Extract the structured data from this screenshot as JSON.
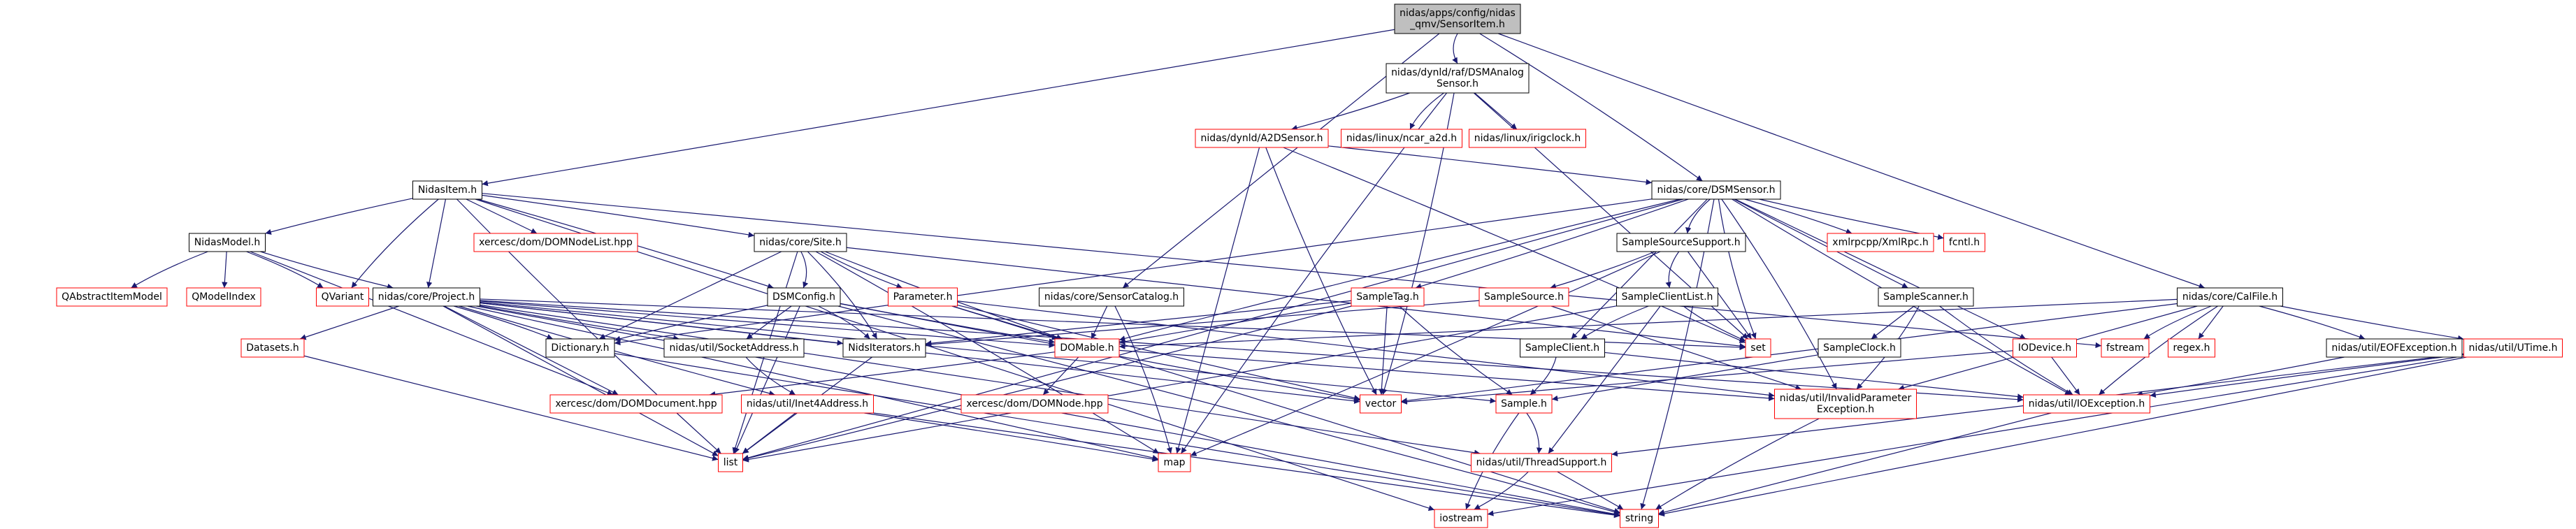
{
  "diagram": {
    "type": "include-dependency-graph",
    "colors": {
      "edge": "#191970",
      "root_fill": "#bfbfbf",
      "node_border": "#000000",
      "missing_border": "#ff0000",
      "text": "#000000",
      "background": "#ffffff"
    },
    "nodes": [
      {
        "id": "root",
        "lines": [
          "nidas/apps/config/nidas",
          "_qmv/SensorItem.h"
        ],
        "style": "root"
      },
      {
        "id": "dsm_analog",
        "lines": [
          "nidas/dynld/raf/DSMAnalog",
          "Sensor.h"
        ],
        "style": "normal"
      },
      {
        "id": "nidasitem",
        "lines": [
          "NidasItem.h"
        ],
        "style": "normal"
      },
      {
        "id": "a2dsensor",
        "lines": [
          "nidas/dynld/A2DSensor.h"
        ],
        "style": "missing"
      },
      {
        "id": "ncar_a2d",
        "lines": [
          "nidas/linux/ncar_a2d.h"
        ],
        "style": "missing"
      },
      {
        "id": "irigclock",
        "lines": [
          "nidas/linux/irigclock.h"
        ],
        "style": "missing"
      },
      {
        "id": "dsmsensor",
        "lines": [
          "nidas/core/DSMSensor.h"
        ],
        "style": "normal"
      },
      {
        "id": "calfile",
        "lines": [
          "nidas/core/CalFile.h"
        ],
        "style": "normal"
      },
      {
        "id": "nidasmodel",
        "lines": [
          "NidasModel.h"
        ],
        "style": "normal"
      },
      {
        "id": "xdomnodelist",
        "lines": [
          "xercesc/dom/DOMNodeList.hpp"
        ],
        "style": "missing"
      },
      {
        "id": "site",
        "lines": [
          "nidas/core/Site.h"
        ],
        "style": "normal"
      },
      {
        "id": "qabstract",
        "lines": [
          "QAbstractItemModel"
        ],
        "style": "missing"
      },
      {
        "id": "qmodelindex",
        "lines": [
          "QModelIndex"
        ],
        "style": "missing"
      },
      {
        "id": "qvariant",
        "lines": [
          "QVariant"
        ],
        "style": "missing"
      },
      {
        "id": "project",
        "lines": [
          "nidas/core/Project.h"
        ],
        "style": "normal"
      },
      {
        "id": "sensorcatalog",
        "lines": [
          "nidas/core/SensorCatalog.h"
        ],
        "style": "normal"
      },
      {
        "id": "dsmconfig",
        "lines": [
          "DSMConfig.h"
        ],
        "style": "normal"
      },
      {
        "id": "parameter",
        "lines": [
          "Parameter.h"
        ],
        "style": "missing"
      },
      {
        "id": "sampletag",
        "lines": [
          "SampleTag.h"
        ],
        "style": "missing"
      },
      {
        "id": "samplesource",
        "lines": [
          "SampleSource.h"
        ],
        "style": "missing"
      },
      {
        "id": "samplesourcesupport",
        "lines": [
          "SampleSourceSupport.h"
        ],
        "style": "normal"
      },
      {
        "id": "sampleclientlist",
        "lines": [
          "SampleClientList.h"
        ],
        "style": "normal"
      },
      {
        "id": "samplescanner",
        "lines": [
          "SampleScanner.h"
        ],
        "style": "normal"
      },
      {
        "id": "xmlrpc",
        "lines": [
          "xmlrpcpp/XmlRpc.h"
        ],
        "style": "missing"
      },
      {
        "id": "fcntl",
        "lines": [
          "fcntl.h"
        ],
        "style": "missing"
      },
      {
        "id": "datasets",
        "lines": [
          "Datasets.h"
        ],
        "style": "missing"
      },
      {
        "id": "dictionary",
        "lines": [
          "Dictionary.h"
        ],
        "style": "normal"
      },
      {
        "id": "socketaddress",
        "lines": [
          "nidas/util/SocketAddress.h"
        ],
        "style": "normal"
      },
      {
        "id": "nidsiterators",
        "lines": [
          "NidsIterators.h"
        ],
        "style": "normal"
      },
      {
        "id": "domable",
        "lines": [
          "DOMable.h"
        ],
        "style": "missing"
      },
      {
        "id": "set",
        "lines": [
          "set"
        ],
        "style": "missing"
      },
      {
        "id": "sampleclient",
        "lines": [
          "SampleClient.h"
        ],
        "style": "normal"
      },
      {
        "id": "sampleclock",
        "lines": [
          "SampleClock.h"
        ],
        "style": "normal"
      },
      {
        "id": "fstream",
        "lines": [
          "fstream"
        ],
        "style": "missing"
      },
      {
        "id": "iodevice",
        "lines": [
          "IODevice.h"
        ],
        "style": "missing"
      },
      {
        "id": "regex",
        "lines": [
          "regex.h"
        ],
        "style": "missing"
      },
      {
        "id": "eofexception",
        "lines": [
          "nidas/util/EOFException.h"
        ],
        "style": "normal"
      },
      {
        "id": "utime",
        "lines": [
          "nidas/util/UTime.h"
        ],
        "style": "missing"
      },
      {
        "id": "xdomdocument",
        "lines": [
          "xercesc/dom/DOMDocument.hpp"
        ],
        "style": "missing"
      },
      {
        "id": "xdomnode",
        "lines": [
          "xercesc/dom/DOMNode.hpp"
        ],
        "style": "missing"
      },
      {
        "id": "vector",
        "lines": [
          "vector"
        ],
        "style": "missing"
      },
      {
        "id": "sample",
        "lines": [
          "Sample.h"
        ],
        "style": "missing"
      },
      {
        "id": "invalidparam",
        "lines": [
          "nidas/util/InvalidParameter",
          "Exception.h"
        ],
        "style": "missing"
      },
      {
        "id": "ioexception",
        "lines": [
          "nidas/util/IOException.h"
        ],
        "style": "missing"
      },
      {
        "id": "inet4address",
        "lines": [
          "nidas/util/Inet4Address.h"
        ],
        "style": "missing"
      },
      {
        "id": "list",
        "lines": [
          "list"
        ],
        "style": "missing"
      },
      {
        "id": "map",
        "lines": [
          "map"
        ],
        "style": "missing"
      },
      {
        "id": "threadsupport",
        "lines": [
          "nidas/util/ThreadSupport.h"
        ],
        "style": "missing"
      },
      {
        "id": "iostream",
        "lines": [
          "iostream"
        ],
        "style": "missing"
      },
      {
        "id": "string",
        "lines": [
          "string"
        ],
        "style": "missing"
      }
    ],
    "edges": [
      [
        "root",
        "dsm_analog"
      ],
      [
        "root",
        "nidasitem"
      ],
      [
        "root",
        "dsmsensor"
      ],
      [
        "root",
        "calfile"
      ],
      [
        "root",
        "sensorcatalog"
      ],
      [
        "dsm_analog",
        "a2dsensor"
      ],
      [
        "dsm_analog",
        "ncar_a2d"
      ],
      [
        "dsm_analog",
        "irigclock"
      ],
      [
        "dsm_analog",
        "vector"
      ],
      [
        "dsm_analog",
        "map"
      ],
      [
        "dsm_analog",
        "set"
      ],
      [
        "a2dsensor",
        "dsmsensor"
      ],
      [
        "a2dsensor",
        "vector"
      ],
      [
        "a2dsensor",
        "map"
      ],
      [
        "a2dsensor",
        "set"
      ],
      [
        "nidasitem",
        "nidasmodel"
      ],
      [
        "nidasitem",
        "xdomnodelist"
      ],
      [
        "nidasitem",
        "site"
      ],
      [
        "nidasitem",
        "qvariant"
      ],
      [
        "nidasitem",
        "project"
      ],
      [
        "nidasitem",
        "dsmconfig"
      ],
      [
        "nidasitem",
        "list"
      ],
      [
        "nidasitem",
        "iostream"
      ],
      [
        "nidasitem",
        "fstream"
      ],
      [
        "nidasmodel",
        "qabstract"
      ],
      [
        "nidasmodel",
        "qmodelindex"
      ],
      [
        "nidasmodel",
        "qvariant"
      ],
      [
        "nidasmodel",
        "project"
      ],
      [
        "nidasmodel",
        "xdomdocument"
      ],
      [
        "site",
        "dsmconfig"
      ],
      [
        "site",
        "parameter"
      ],
      [
        "site",
        "dictionary"
      ],
      [
        "site",
        "nidsiterators"
      ],
      [
        "site",
        "domable"
      ],
      [
        "site",
        "list"
      ],
      [
        "site",
        "map"
      ],
      [
        "site",
        "set"
      ],
      [
        "project",
        "datasets"
      ],
      [
        "project",
        "dictionary"
      ],
      [
        "project",
        "socketaddress"
      ],
      [
        "project",
        "nidsiterators"
      ],
      [
        "project",
        "domable"
      ],
      [
        "project",
        "inet4address"
      ],
      [
        "project",
        "xdomdocument"
      ],
      [
        "project",
        "sample"
      ],
      [
        "project",
        "vector"
      ],
      [
        "project",
        "list"
      ],
      [
        "project",
        "map"
      ],
      [
        "project",
        "set"
      ],
      [
        "project",
        "threadsupport"
      ],
      [
        "project",
        "string"
      ],
      [
        "project",
        "ioexception"
      ],
      [
        "sensorcatalog",
        "domable"
      ],
      [
        "sensorcatalog",
        "map"
      ],
      [
        "dsmconfig",
        "dictionary"
      ],
      [
        "dsmconfig",
        "socketaddress"
      ],
      [
        "dsmconfig",
        "nidsiterators"
      ],
      [
        "dsmconfig",
        "domable"
      ],
      [
        "dsmconfig",
        "list"
      ],
      [
        "dsmconfig",
        "string"
      ],
      [
        "dsmconfig",
        "vector"
      ],
      [
        "parameter",
        "domable"
      ],
      [
        "parameter",
        "string"
      ],
      [
        "parameter",
        "vector"
      ],
      [
        "parameter",
        "invalidparam"
      ],
      [
        "dsmsensor",
        "sampletag"
      ],
      [
        "dsmsensor",
        "samplesourcesupport"
      ],
      [
        "dsmsensor",
        "samplescanner"
      ],
      [
        "dsmsensor",
        "xmlrpc"
      ],
      [
        "dsmsensor",
        "fcntl"
      ],
      [
        "dsmsensor",
        "iodevice"
      ],
      [
        "dsmsensor",
        "dictionary"
      ],
      [
        "dsmsensor",
        "domable"
      ],
      [
        "dsmsensor",
        "sampleclient"
      ],
      [
        "dsmsensor",
        "invalidparam"
      ],
      [
        "dsmsensor",
        "ioexception"
      ],
      [
        "dsmsensor",
        "list"
      ],
      [
        "dsmsensor",
        "string"
      ],
      [
        "dsmsensor",
        "set"
      ],
      [
        "sampletag",
        "domable"
      ],
      [
        "sampletag",
        "nidsiterators"
      ],
      [
        "sampletag",
        "sample"
      ],
      [
        "sampletag",
        "vector"
      ],
      [
        "sampletag",
        "list"
      ],
      [
        "samplesource",
        "nidsiterators"
      ],
      [
        "samplesource",
        "invalidparam"
      ],
      [
        "samplesourcesupport",
        "samplesource"
      ],
      [
        "samplesourcesupport",
        "sampleclientlist"
      ],
      [
        "samplesourcesupport",
        "set"
      ],
      [
        "samplesourcesupport",
        "map"
      ],
      [
        "sampleclientlist",
        "sampleclient"
      ],
      [
        "sampleclientlist",
        "threadsupport"
      ],
      [
        "sampleclientlist",
        "list"
      ],
      [
        "sampleclientlist",
        "set"
      ],
      [
        "samplescanner",
        "sampleclock"
      ],
      [
        "samplescanner",
        "invalidparam"
      ],
      [
        "samplescanner",
        "ioexception"
      ],
      [
        "sampleclock",
        "sample"
      ],
      [
        "sampleclient",
        "sample"
      ],
      [
        "sampleclient",
        "ioexception"
      ],
      [
        "iodevice",
        "ioexception"
      ],
      [
        "iodevice",
        "vector"
      ],
      [
        "calfile",
        "fstream"
      ],
      [
        "calfile",
        "regex"
      ],
      [
        "calfile",
        "eofexception"
      ],
      [
        "calfile",
        "utime"
      ],
      [
        "calfile",
        "domable"
      ],
      [
        "calfile",
        "vector"
      ],
      [
        "calfile",
        "ioexception"
      ],
      [
        "calfile",
        "invalidparam"
      ],
      [
        "eofexception",
        "ioexception"
      ],
      [
        "utime",
        "ioexception"
      ],
      [
        "utime",
        "threadsupport"
      ],
      [
        "utime",
        "iostream"
      ],
      [
        "utime",
        "string"
      ],
      [
        "domable",
        "xdomnode"
      ],
      [
        "domable",
        "xdomdocument"
      ],
      [
        "domable",
        "invalidparam"
      ],
      [
        "datasets",
        "list"
      ],
      [
        "dictionary",
        "string"
      ],
      [
        "socketaddress",
        "inet4address"
      ],
      [
        "inet4address",
        "list"
      ],
      [
        "inet4address",
        "map"
      ],
      [
        "inet4address",
        "string"
      ],
      [
        "nidsiterators",
        "list"
      ],
      [
        "sample",
        "threadsupport"
      ],
      [
        "sample",
        "iostream"
      ],
      [
        "threadsupport",
        "string"
      ],
      [
        "threadsupport",
        "iostream"
      ],
      [
        "invalidparam",
        "string"
      ],
      [
        "ioexception",
        "string"
      ]
    ]
  }
}
